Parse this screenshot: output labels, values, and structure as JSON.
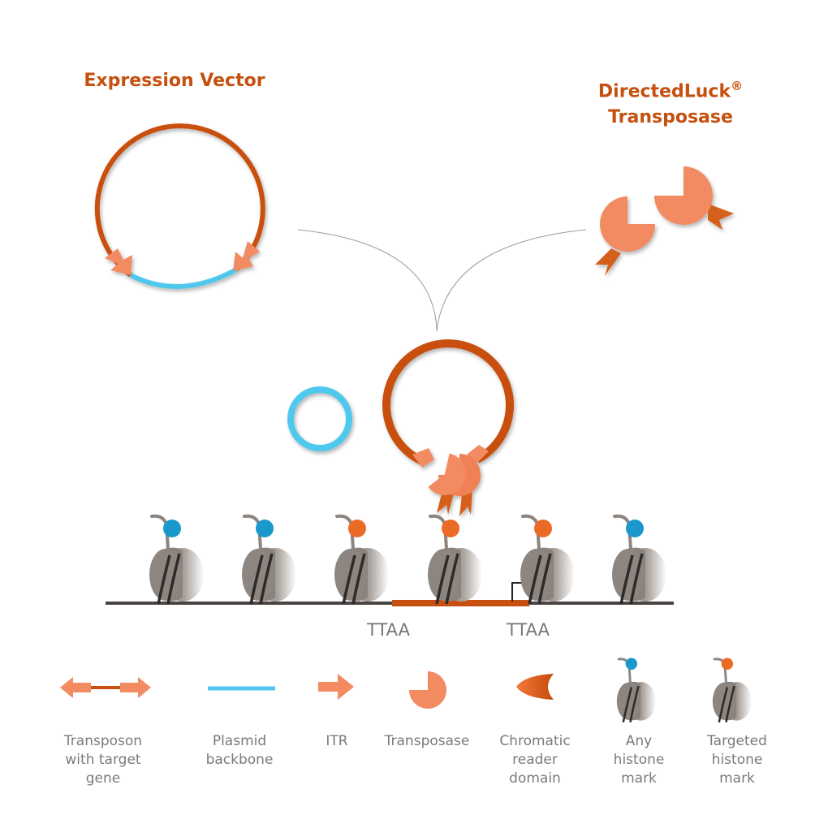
{
  "titles": {
    "expression_vector": "Expression Vector",
    "transposase_line1": "DirectedLuck",
    "transposase_reg": "®",
    "transposase_line2": "Transposase"
  },
  "sites": [
    "TTAA",
    "TTAA"
  ],
  "colors": {
    "orange_dark": "#c8500f",
    "orange_light": "#f28a62",
    "blue": "#4fc8ee",
    "mark_blue": "#1a98cc",
    "mark_orange": "#ea6a26",
    "nucleosome": "#8c8580",
    "dna": "#4a4442"
  },
  "nucleosome_marks": [
    "blue",
    "blue",
    "orange",
    "orange",
    "orange",
    "blue"
  ],
  "legend": {
    "transposon": [
      "Transposon",
      "with target",
      "gene"
    ],
    "plasmid": [
      "Plasmid",
      "backbone"
    ],
    "itr": [
      "ITR"
    ],
    "transposase": [
      "Transposase"
    ],
    "chromatic": [
      "Chromatic",
      "reader",
      "domain"
    ],
    "any_mark": [
      "Any",
      "histone",
      "mark"
    ],
    "targeted_mark": [
      "Targeted",
      "histone",
      "mark"
    ]
  }
}
